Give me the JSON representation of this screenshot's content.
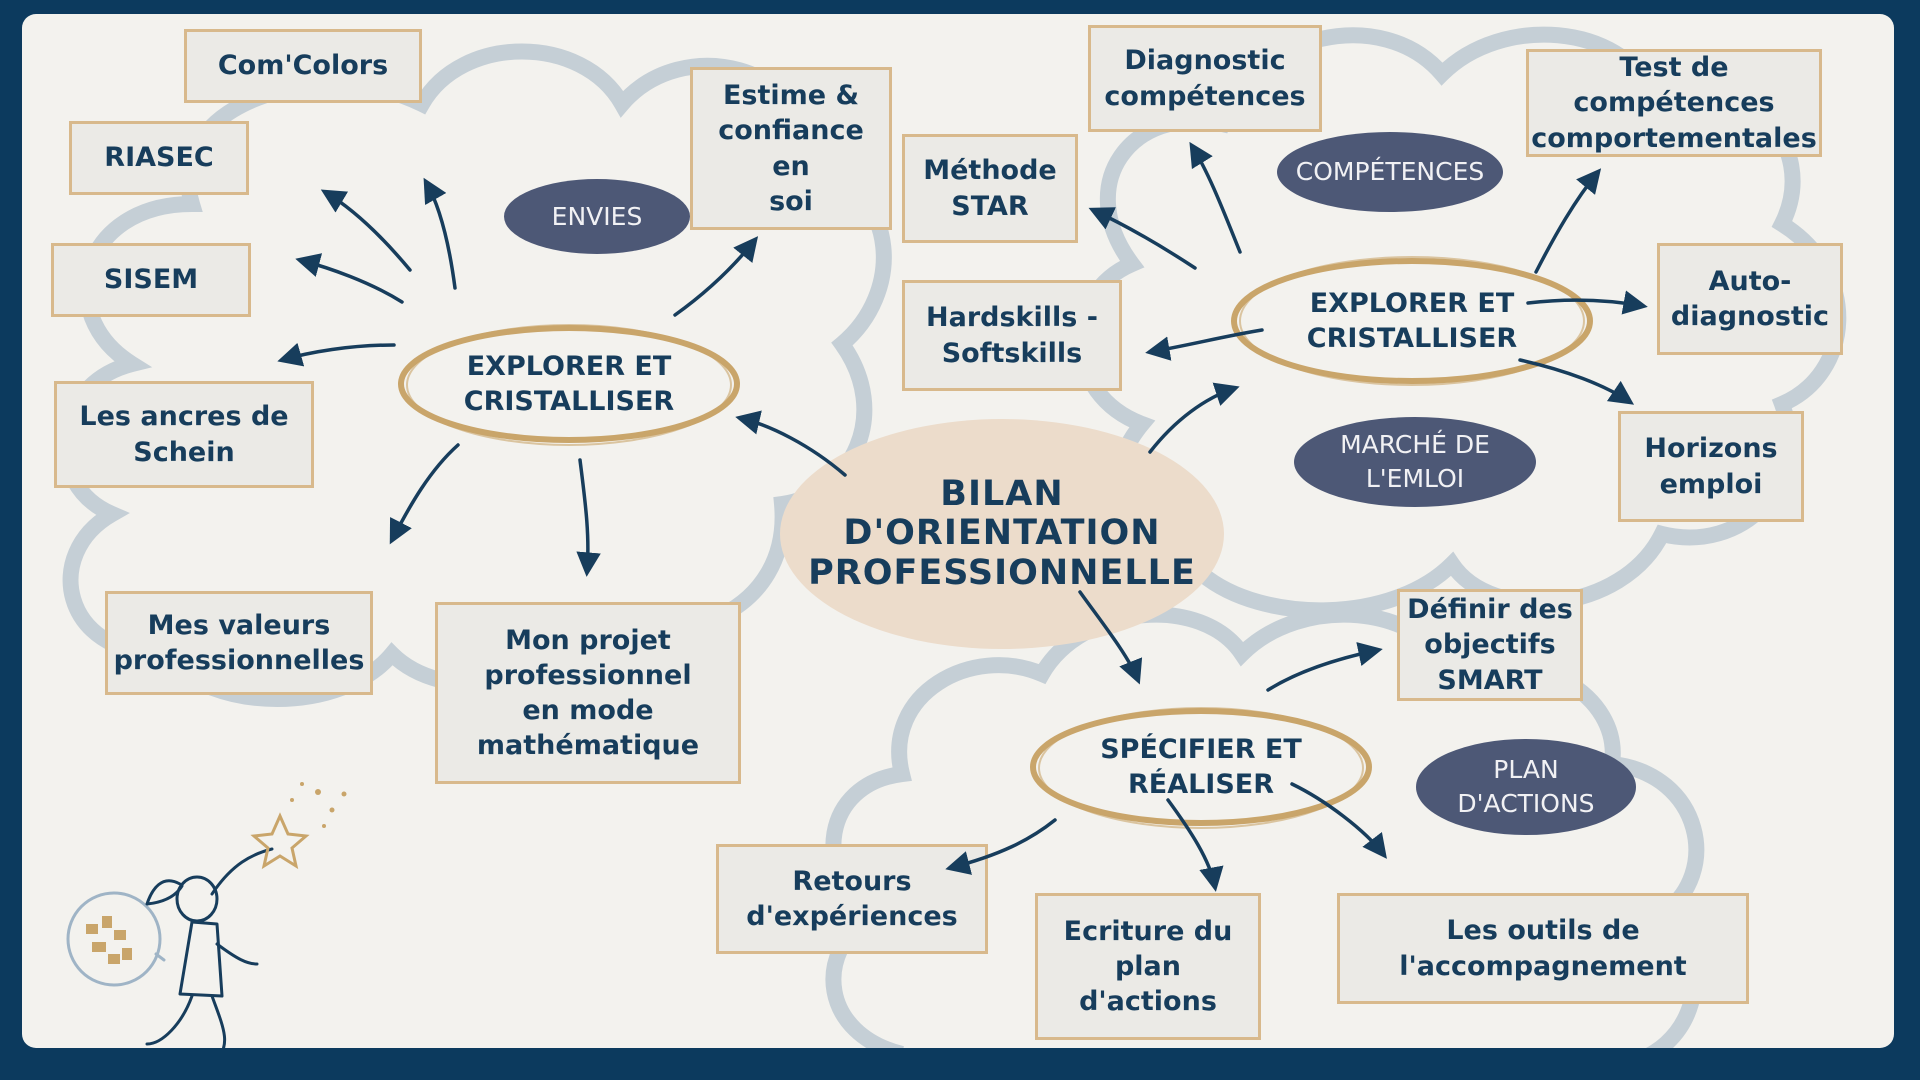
{
  "center": {
    "title": "BILAN\nD'ORIENTATION\nPROFESSIONNELLE"
  },
  "hubs": {
    "left": "EXPLORER ET\nCRISTALLISER",
    "right": "EXPLORER ET\nCRISTALLISER",
    "bottom": "SPÉCIFIER ET\nRÉALISER"
  },
  "themes": {
    "envies": "ENVIES",
    "competences": "COMPÉTENCES",
    "marche": "MARCHÉ DE\nL'EMLOI",
    "plan": "PLAN\nD'ACTIONS"
  },
  "left_items": {
    "comcolors": "Com'Colors",
    "riasec": "RIASEC",
    "sisem": "SISEM",
    "estime": "Estime &\nconfiance en\nsoi",
    "ancres": "Les ancres de\nSchein",
    "valeurs": "Mes valeurs\nprofessionnelles",
    "projet": "Mon projet\nprofessionnel\nen mode\nmathématique"
  },
  "right_items": {
    "diagnostic": "Diagnostic\ncompétences",
    "test": "Test de\ncompétences\ncomportementales",
    "star": "Méthode\nSTAR",
    "hardskills": "Hardskills -\nSoftskills",
    "autodiag": "Auto-\ndiagnostic",
    "horizons": "Horizons\nemploi"
  },
  "bottom_items": {
    "smart": "Définir des\nobjectifs\nSMART",
    "retours": "Retours\nd'expériences",
    "ecriture": "Ecriture du\nplan\nd'actions",
    "outils": "Les outils de\nl'accompagnement"
  },
  "colors": {
    "frame": "#0c3a5e",
    "text": "#173d5c",
    "box_border": "#d8b98c",
    "pill": "#4d5876",
    "center": "#ecdccb",
    "ring": "#c9a56a"
  }
}
